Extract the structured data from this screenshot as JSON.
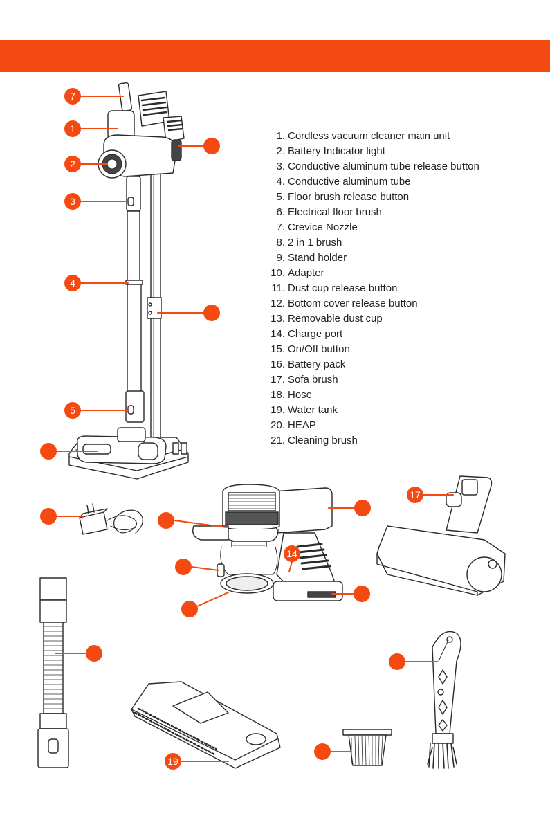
{
  "colors": {
    "accent": "#f44a11",
    "outline": "#2b2b2b",
    "grey": "#9a9a9a"
  },
  "parts": [
    {
      "num": "1.",
      "label": "Cordless vacuum cleaner main unit"
    },
    {
      "num": "2.",
      "label": "Battery Indicator light"
    },
    {
      "num": "3.",
      "label": "Conductive aluminum tube release button"
    },
    {
      "num": "4.",
      "label": "Conductive aluminum tube"
    },
    {
      "num": "5.",
      "label": "Floor brush release button"
    },
    {
      "num": "6.",
      "label": "Electrical floor brush"
    },
    {
      "num": "7.",
      "label": "Crevice Nozzle"
    },
    {
      "num": "8.",
      "label": "2 in 1 brush"
    },
    {
      "num": "9.",
      "label": "Stand holder"
    },
    {
      "num": "10.",
      "label": "Adapter"
    },
    {
      "num": "11.",
      "label": "Dust cup release button"
    },
    {
      "num": "12.",
      "label": "Bottom cover release button"
    },
    {
      "num": "13.",
      "label": "Removable dust cup"
    },
    {
      "num": "14.",
      "label": "Charge port"
    },
    {
      "num": "15.",
      "label": "On/Off button"
    },
    {
      "num": "16.",
      "label": "Battery pack"
    },
    {
      "num": "17.",
      "label": "Sofa brush"
    },
    {
      "num": "18.",
      "label": "Hose"
    },
    {
      "num": "19.",
      "label": "Water tank"
    },
    {
      "num": "20.",
      "label": "HEAP"
    },
    {
      "num": "21.",
      "label": "Cleaning brush"
    }
  ],
  "callouts": {
    "c7": "7",
    "c1": "1",
    "c2": "2",
    "c3": "3",
    "c4": "4",
    "c5": "5",
    "c8": "",
    "c9": "",
    "c6": "",
    "c10": "",
    "c11": "",
    "c12": "",
    "c13": "",
    "c14": "14",
    "c15": "",
    "c16": "",
    "c17": "17",
    "c18": "",
    "c19": "19",
    "c20": "",
    "c21": ""
  }
}
